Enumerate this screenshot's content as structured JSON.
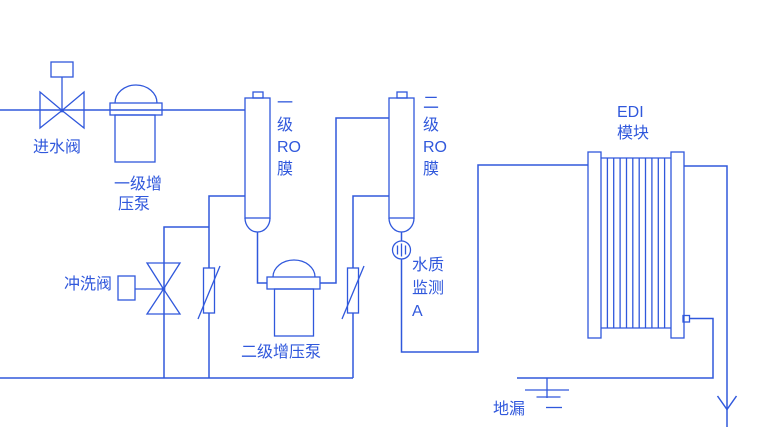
{
  "colors": {
    "line": "#3058dc"
  },
  "components": {
    "inlet_valve": {
      "label": "进水阀"
    },
    "booster_pump_1": {
      "label_lines": [
        "一级增",
        "压泵"
      ]
    },
    "ro_membrane_1": {
      "label_lines": [
        "一",
        "级",
        "RO",
        "膜"
      ]
    },
    "flush_valve": {
      "label": "冲洗阀"
    },
    "booster_pump_2": {
      "label": "二级增压泵"
    },
    "ro_membrane_2": {
      "label_lines": [
        "二",
        "级",
        "RO",
        "膜"
      ]
    },
    "water_quality_monitor": {
      "label_lines": [
        "水质",
        "监测",
        "A"
      ]
    },
    "edi_module": {
      "label_lines": [
        "EDI",
        "模块"
      ]
    },
    "floor_drain": {
      "label": "地漏"
    }
  }
}
